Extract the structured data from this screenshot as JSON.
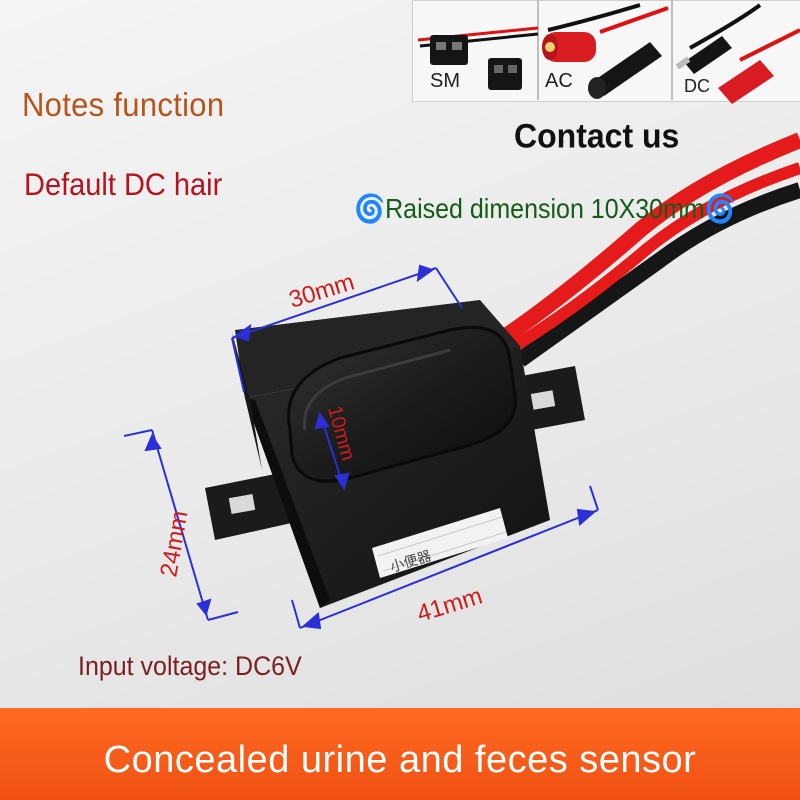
{
  "header": {
    "notes_function": "Notes function",
    "default_dc_hair": "Default DC hair",
    "contact_us": "Contact us",
    "raised_dimension": "🌀Raised dimension 10X30mm🌀"
  },
  "connectors": [
    {
      "label": "SM",
      "icon": "sm-connector-icon"
    },
    {
      "label": "AC",
      "icon": "ac-connector-icon"
    },
    {
      "label": "DC",
      "icon": "dc-connector-icon"
    }
  ],
  "dimensions": {
    "top": "30mm",
    "button": "10mm",
    "height": "24mm",
    "length": "41mm"
  },
  "product": {
    "sticker_text": "小便器",
    "input_voltage": "Input voltage: DC6V"
  },
  "banner": {
    "title": "Concealed urine and feces sensor"
  },
  "colors": {
    "banner": "#f05113",
    "dimension_lines": "#2c2fd6",
    "wire_red": "#e51b1b",
    "wire_black": "#1a1a1a"
  }
}
